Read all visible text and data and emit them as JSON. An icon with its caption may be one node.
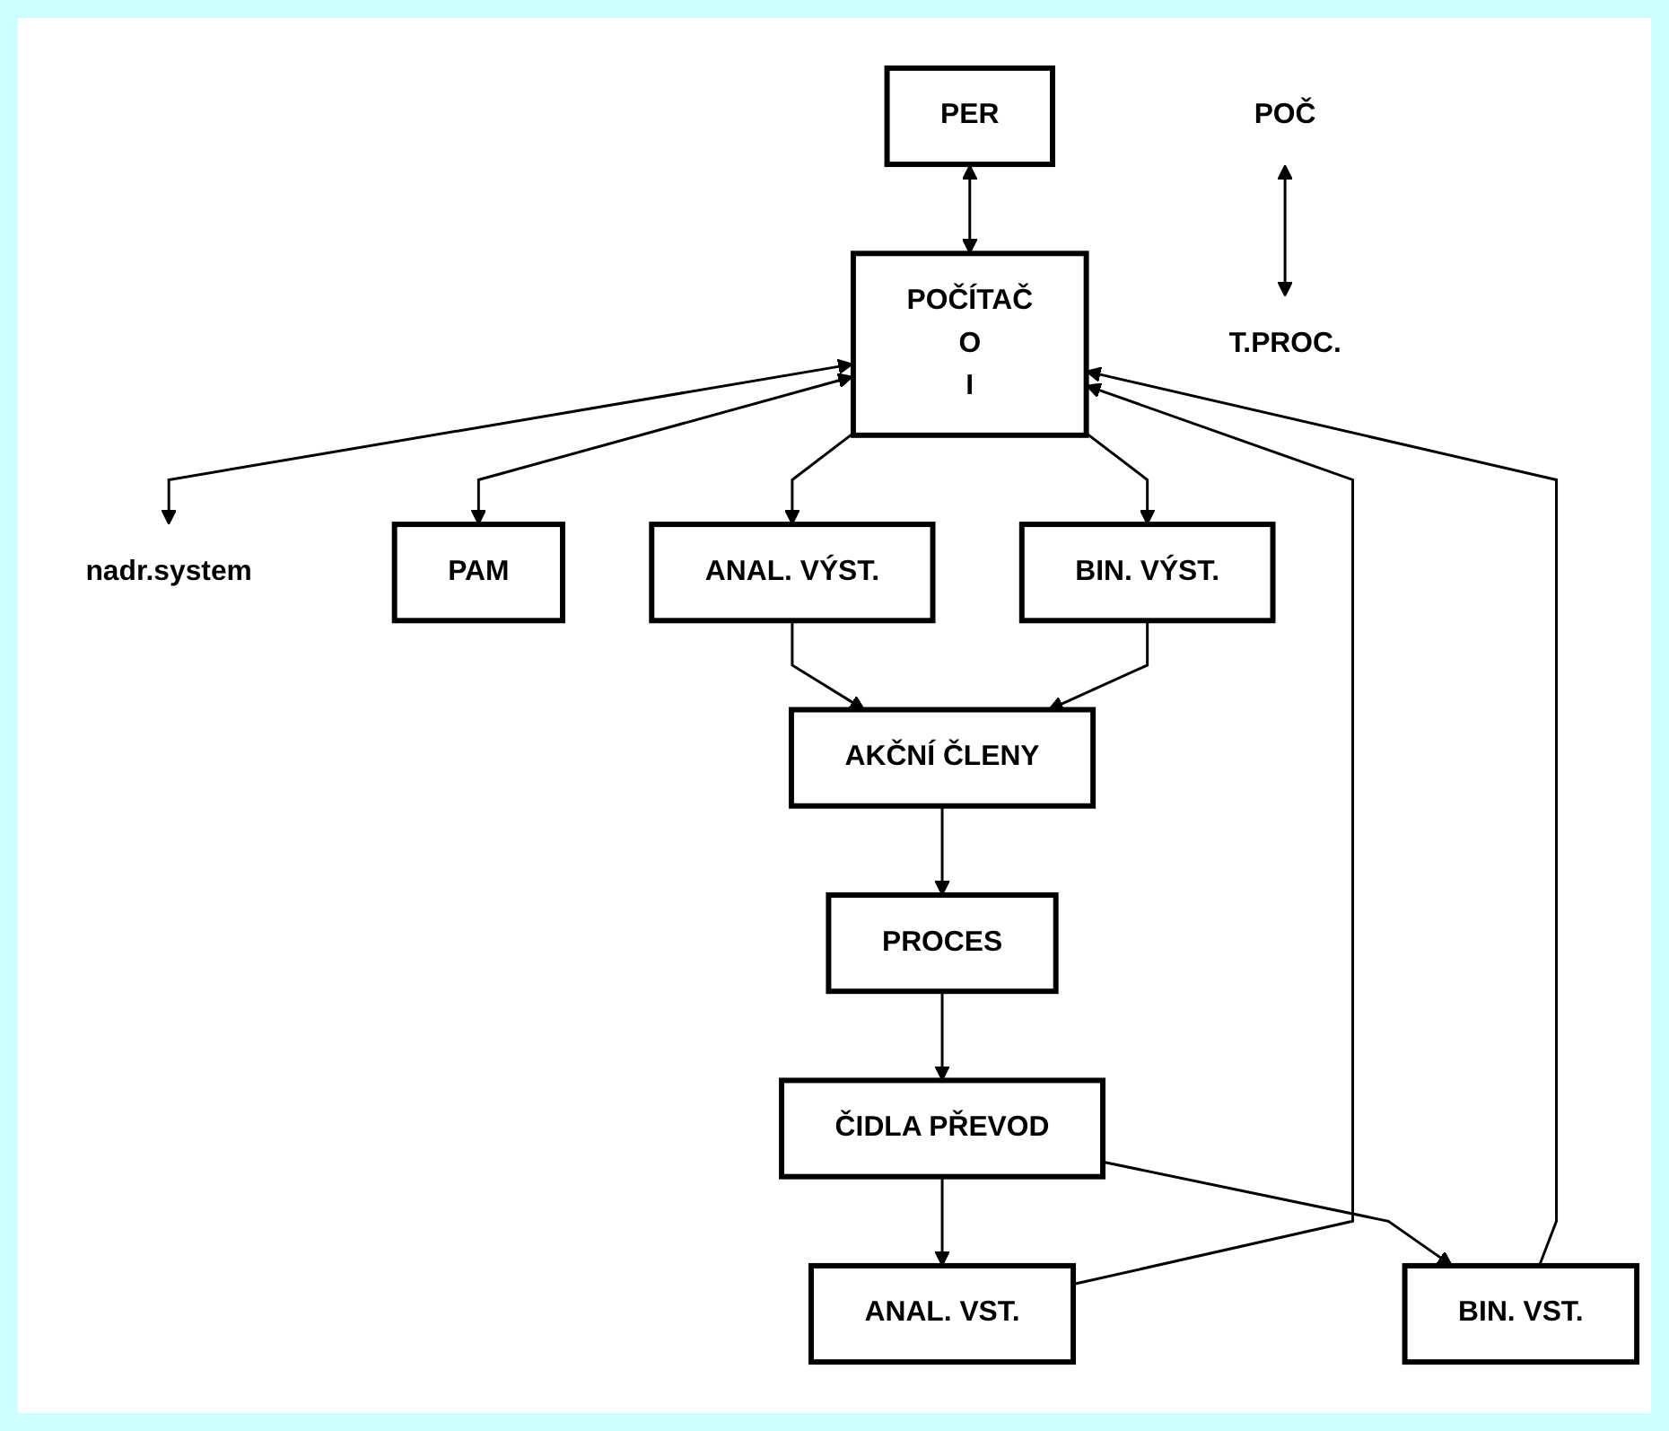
{
  "diagram": {
    "nodes": [
      {
        "text": [
          "nadr.system"
        ]
      },
      {
        "text": [
          "POČÍTAČ",
          "O",
          "I"
        ]
      },
      {
        "text": [
          "PER"
        ]
      },
      {
        "text": [
          "PAM"
        ]
      },
      {
        "text": [
          "ANAL. VÝST."
        ]
      },
      {
        "text": [
          "BIN. VÝST."
        ]
      },
      {
        "text": [
          "ANAL. VST."
        ]
      },
      {
        "text": [
          "BIN. VST."
        ]
      },
      {
        "text": [
          "AKČNÍ ČLENY"
        ]
      },
      {
        "text": [
          "ČIDLA PŘEVOD"
        ]
      },
      {
        "text": [
          "PROCES"
        ]
      },
      {
        "text": [
          "POČ"
        ]
      },
      {
        "text": [
          "T.PROC."
        ]
      }
    ],
    "edges": [
      {
        "from": 1,
        "to": 0,
        "arrow": "both"
      },
      {
        "from": 2,
        "to": 1,
        "arrow": "both"
      },
      {
        "from": 1,
        "to": 3,
        "arrow": "both"
      },
      {
        "from": 1,
        "to": 4,
        "arrow": "to"
      },
      {
        "from": 1,
        "to": 5,
        "arrow": "to"
      },
      {
        "from": 6,
        "to": 1,
        "arrow": "to"
      },
      {
        "from": 7,
        "to": 1,
        "arrow": "to"
      },
      {
        "from": 4,
        "to": 8,
        "arrow": "to"
      },
      {
        "from": 5,
        "to": 8,
        "arrow": "to"
      },
      {
        "from": 9,
        "to": 6,
        "arrow": "to"
      },
      {
        "from": 9,
        "to": 7,
        "arrow": "to"
      },
      {
        "from": 8,
        "to": 10,
        "arrow": "to"
      },
      {
        "from": 10,
        "to": 9,
        "arrow": "to"
      },
      {
        "from": 11,
        "to": 12,
        "arrow": "both"
      }
    ]
  }
}
